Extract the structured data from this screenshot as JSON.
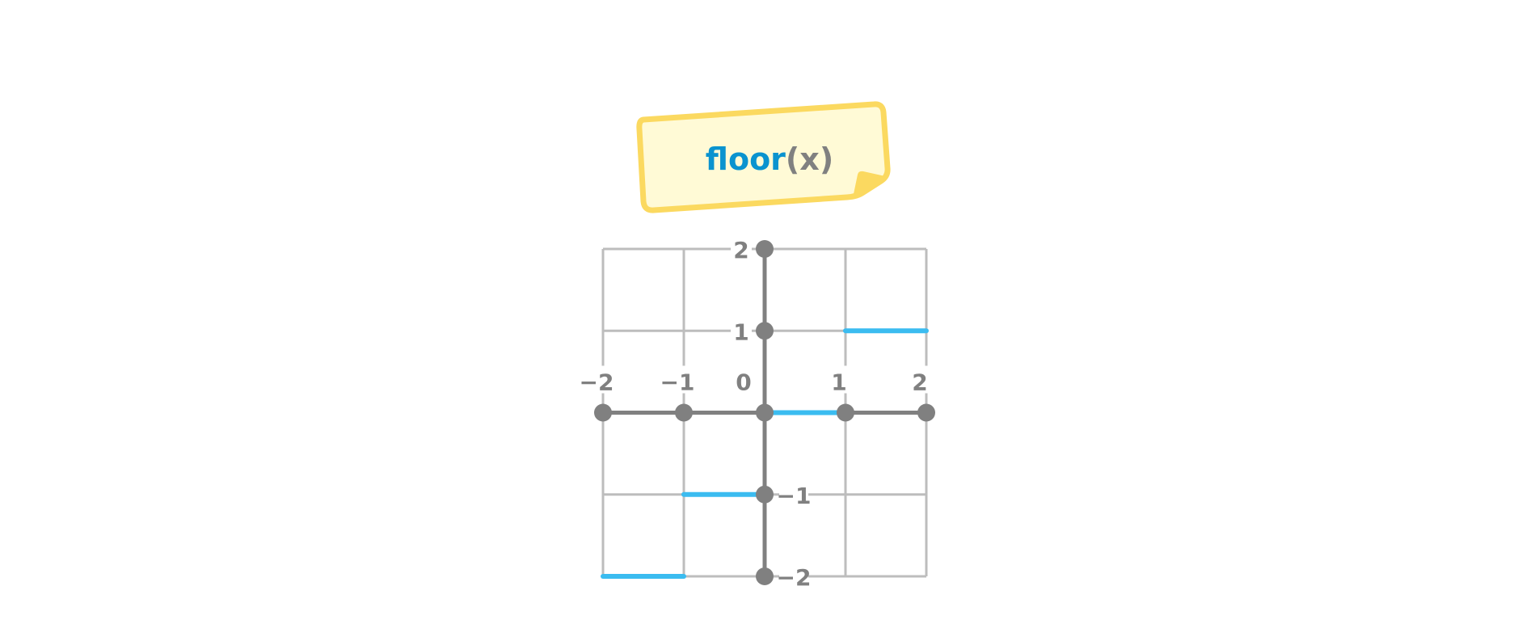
{
  "chart_data": {
    "type": "line",
    "title": {
      "function_name": "floor",
      "open_paren": "(",
      "variable": "x",
      "close_paren": ")"
    },
    "xlim": [
      -2,
      2
    ],
    "ylim": [
      -2,
      2
    ],
    "grid": true,
    "x_ticks": [
      -2,
      -1,
      0,
      1,
      2
    ],
    "y_ticks": [
      2,
      1,
      -1,
      -2
    ],
    "x_tick_labels": [
      "−2",
      "−1",
      "0",
      "1",
      "2"
    ],
    "y_tick_labels": [
      "2",
      "1",
      "−1",
      "−2"
    ],
    "segments": [
      {
        "x": [
          -2,
          -1
        ],
        "y": -2
      },
      {
        "x": [
          -1,
          0
        ],
        "y": -1
      },
      {
        "x": [
          0,
          1
        ],
        "y": 0
      },
      {
        "x": [
          1,
          2
        ],
        "y": 1
      }
    ],
    "points": [
      {
        "x": -2,
        "y": 0
      },
      {
        "x": -1,
        "y": 0
      },
      {
        "x": 0,
        "y": 0
      },
      {
        "x": 1,
        "y": 0
      },
      {
        "x": 2,
        "y": 0
      },
      {
        "x": 0,
        "y": 2
      },
      {
        "x": 0,
        "y": 1
      },
      {
        "x": 0,
        "y": -1
      },
      {
        "x": 0,
        "y": -2
      }
    ],
    "colors": {
      "function": "#3bbcf0",
      "axis": "#808080",
      "grid": "#bdbdbd",
      "label": "#808080",
      "function_name": "#0a93cf",
      "sticker_fill": "#fffad6",
      "sticker_border": "#fbd960"
    }
  }
}
